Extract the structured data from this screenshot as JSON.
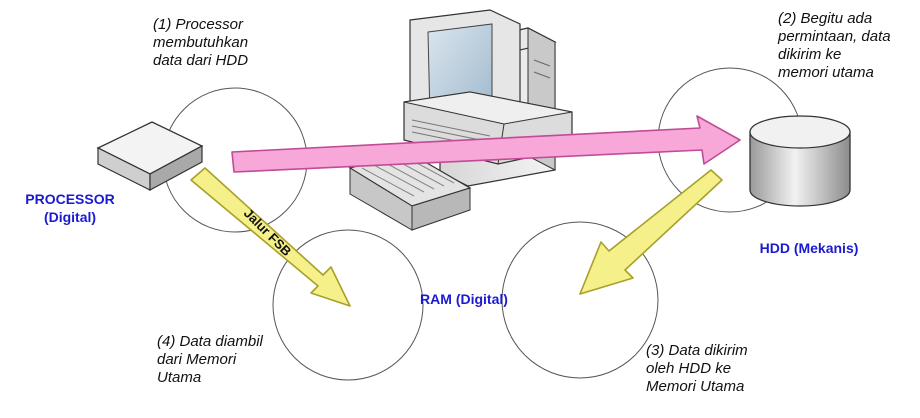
{
  "notes": {
    "step1": "(1) Processor\nmembutuhkan\ndata dari HDD",
    "step2": "(2) Begitu ada\npermintaan, data\ndikirim ke\nmemori utama",
    "step3": "(3) Data dikirim\noleh HDD ke\nMemori Utama",
    "step4": "(4) Data diambil\ndari Memori\nUtama"
  },
  "labels": {
    "processor": "PROCESSOR\n(Digital)",
    "hdd": "HDD (Mekanis)",
    "ram": "RAM (Digital)",
    "bus": "Jalur FSB"
  },
  "colors": {
    "label_text": "#1a1ad0",
    "request_arrow": "#f7a8d8",
    "data_arrow": "#f5f08a"
  },
  "icons": {
    "processor": "processor-chip-icon",
    "computer": "desktop-computer-icon",
    "hdd": "hard-disk-cylinder-icon"
  }
}
